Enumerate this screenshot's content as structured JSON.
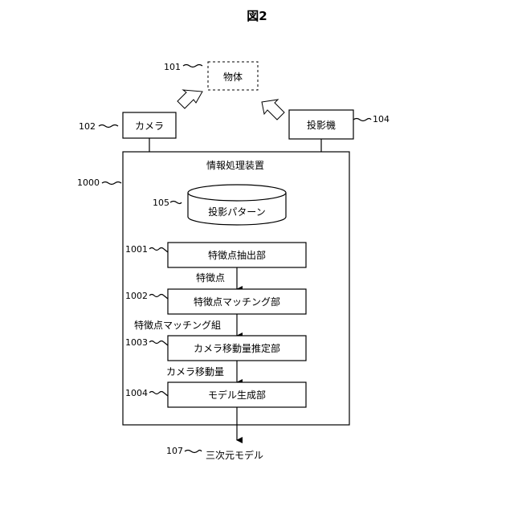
{
  "figure_title": "図2",
  "object": {
    "ref": "101",
    "label": "物体"
  },
  "camera": {
    "ref": "102",
    "label": "カメラ"
  },
  "projector": {
    "ref": "104",
    "label": "投影機"
  },
  "info_device": {
    "ref": "1000",
    "label": "情報処理装置"
  },
  "pattern_db": {
    "ref": "105",
    "label": "投影パターン"
  },
  "blocks": [
    {
      "ref": "1001",
      "label": "特徴点抽出部"
    },
    {
      "ref": "1002",
      "label": "特徴点マッチング部"
    },
    {
      "ref": "1003",
      "label": "カメラ移動量推定部"
    },
    {
      "ref": "1004",
      "label": "モデル生成部"
    }
  ],
  "flows": [
    "特徴点",
    "特徴点マッチング組",
    "カメラ移動量"
  ],
  "output": {
    "ref": "107",
    "label": "三次元モデル"
  }
}
